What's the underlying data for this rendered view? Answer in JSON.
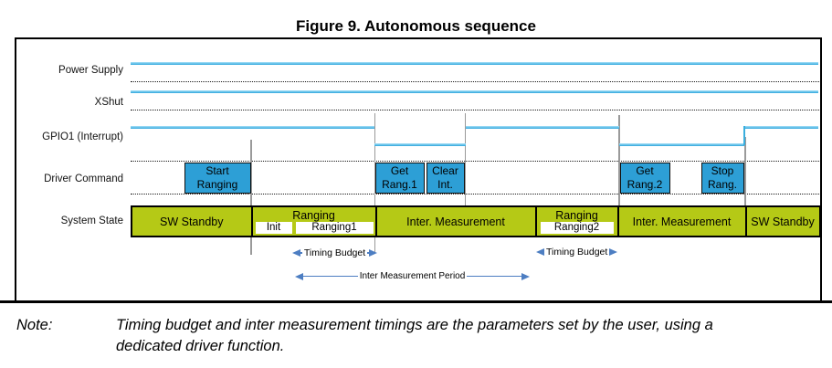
{
  "title": "Figure 9. Autonomous sequence",
  "rows": {
    "power_supply": "Power Supply",
    "xshut": "XShut",
    "gpio1": "GPIO1 (Interrupt)",
    "driver_command": "Driver Command",
    "system_state": "System State"
  },
  "commands": [
    {
      "label": "Start\nRanging"
    },
    {
      "label": "Get\nRang.1"
    },
    {
      "label": "Clear\nInt."
    },
    {
      "label": "Get\nRang.2"
    },
    {
      "label": "Stop\nRang."
    }
  ],
  "states": [
    {
      "label": "SW Standby"
    },
    {
      "label": "Ranging",
      "sub1": "Init",
      "sub2": "Ranging1"
    },
    {
      "label": "Inter. Measurement"
    },
    {
      "label": "Ranging",
      "sub1": "Ranging2"
    },
    {
      "label": "Inter. Measurement"
    },
    {
      "label": "SW Standby"
    }
  ],
  "annotations": {
    "timing_budget": "Timing Budget",
    "inter_measurement_period": "Inter Measurement Period"
  },
  "note": {
    "label": "Note:",
    "line1": "Timing budget and inter measurement timings are the parameters set by the user, using a",
    "line2": "dedicated driver function."
  },
  "colors": {
    "signal_blue": "#3aaede",
    "command_box_blue": "#2d9fd6",
    "state_green": "#b5c916",
    "arrow_blue": "#4d7ec2",
    "separator_gray": "#9a9a9a"
  }
}
